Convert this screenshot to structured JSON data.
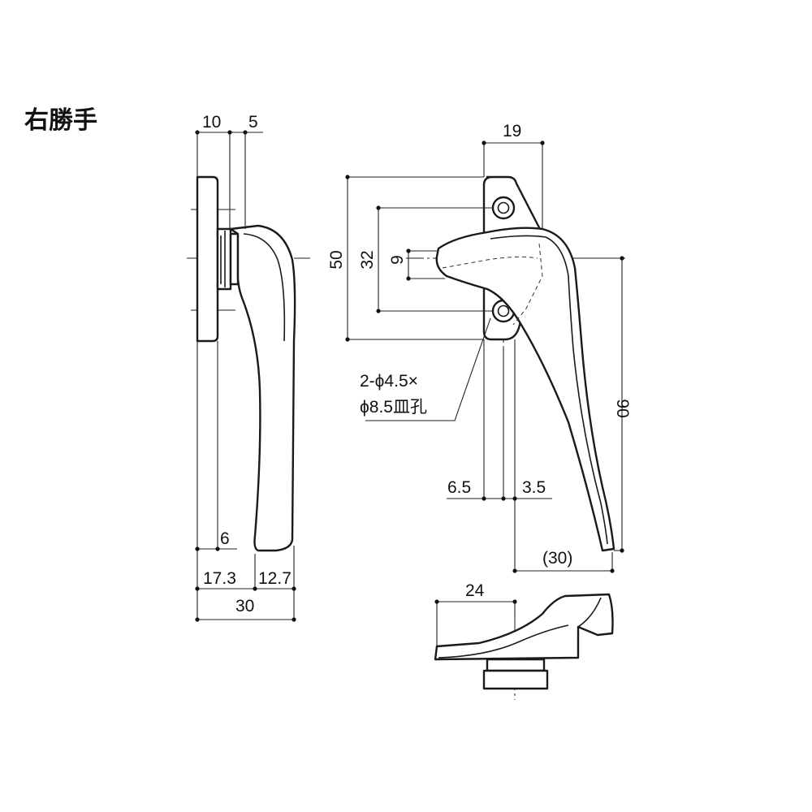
{
  "title": "右勝手",
  "side_view": {
    "dim_top_left": "10",
    "dim_top_right": "5",
    "dim_base_small": "6",
    "dim_base_left": "17.3",
    "dim_base_right": "12.7",
    "dim_total_width": "30"
  },
  "front_view": {
    "dim_width_top": "19",
    "dim_height_plate": "50",
    "dim_hole_pitch": "32",
    "dim_tip_height": "9",
    "hole_note_line1": "2-ϕ4.5×",
    "hole_note_line2": "ϕ8.5皿孔",
    "dim_left_offset": "6.5",
    "dim_right_offset": "3.5",
    "dim_lever_height": "90",
    "dim_lever_reach": "(30)"
  },
  "bottom_view": {
    "dim_length": "24"
  }
}
